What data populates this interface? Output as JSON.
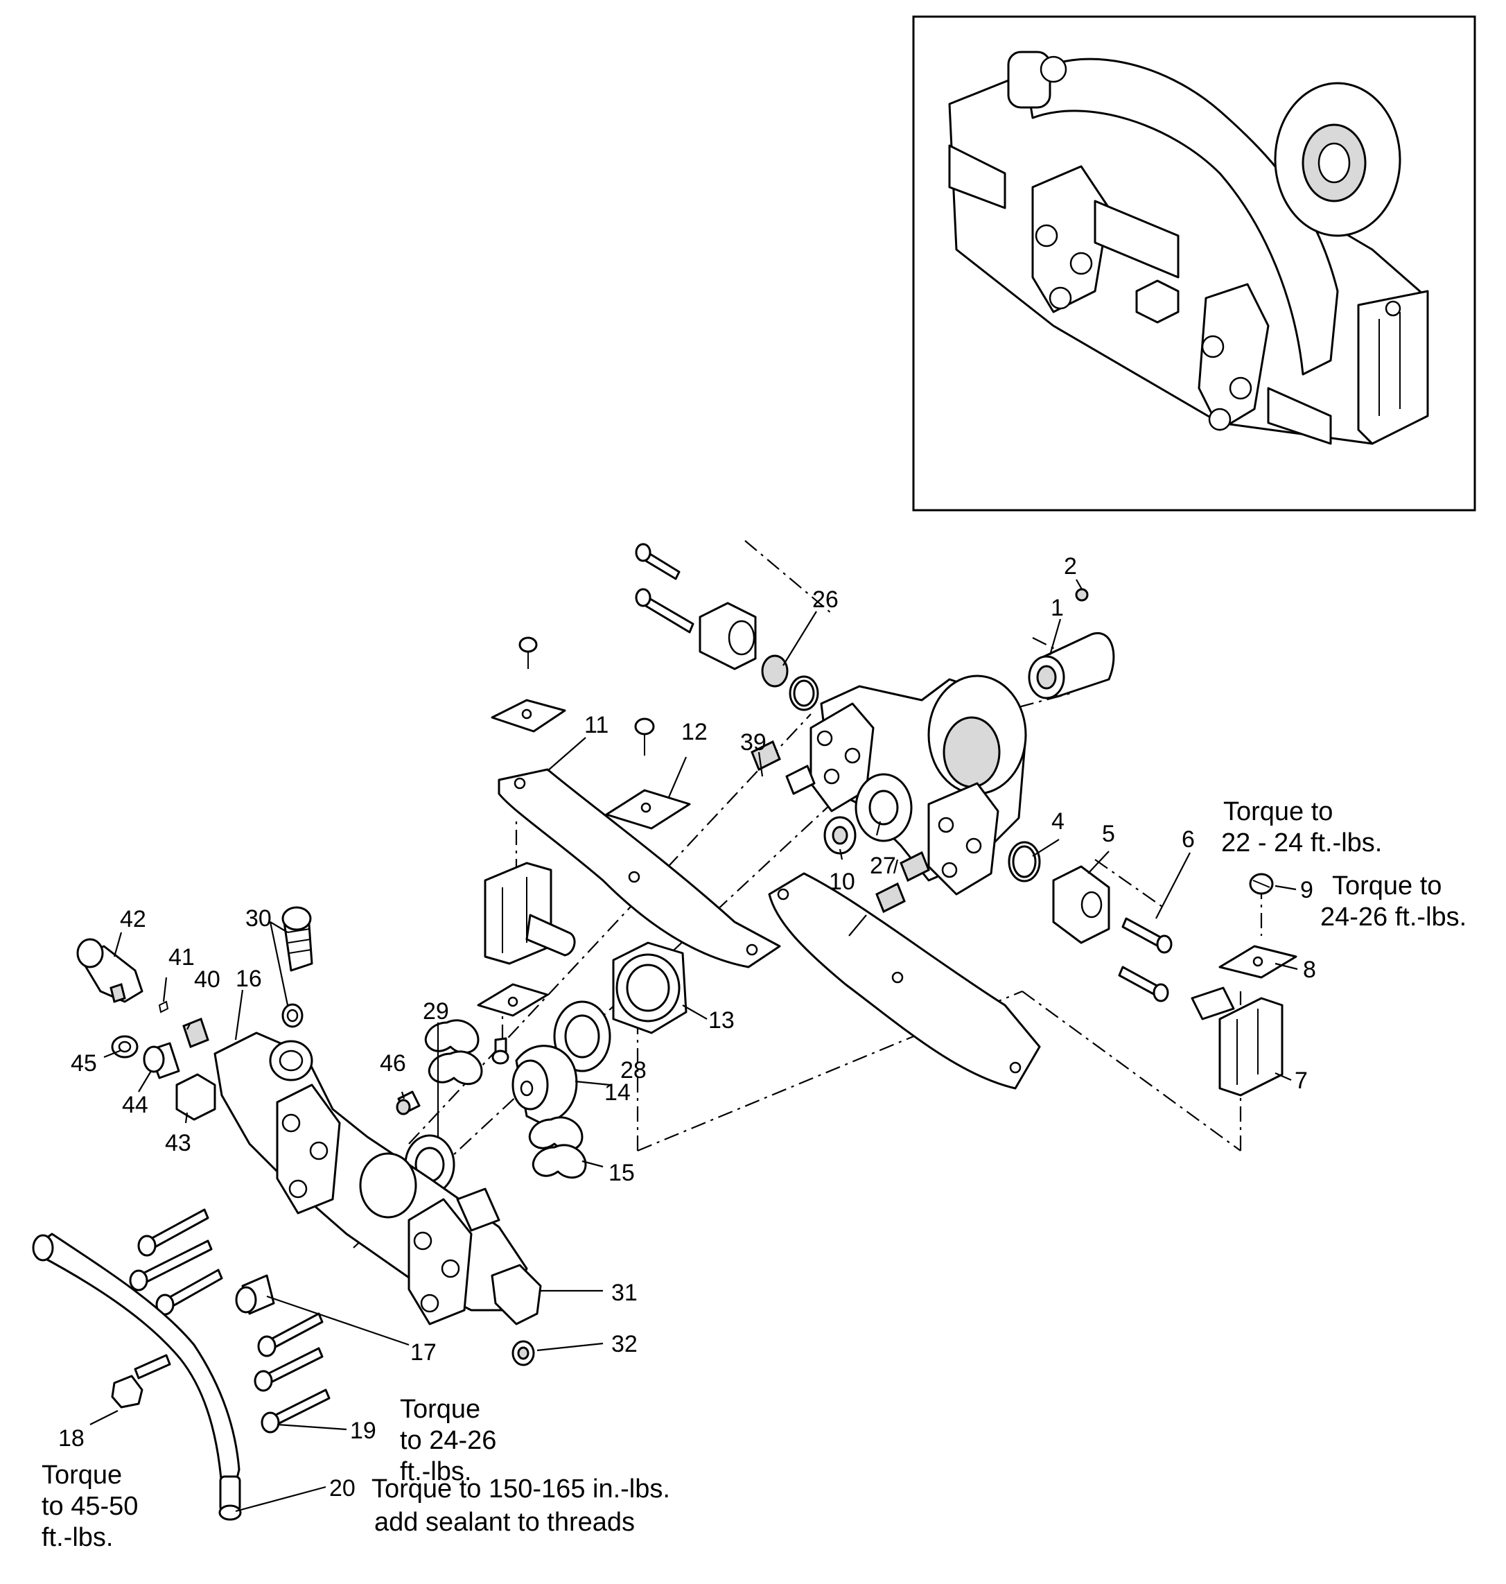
{
  "callouts": {
    "c1": "1",
    "c2": "2",
    "c4": "4",
    "c5": "5",
    "c6": "6",
    "c7": "7",
    "c8": "8",
    "c9": "9",
    "c10": "10",
    "c11": "11",
    "c12": "12",
    "c13": "13",
    "c14": "14",
    "c15": "15",
    "c16": "16",
    "c17": "17",
    "c18": "18",
    "c19": "19",
    "c20": "20",
    "c26": "26",
    "c27": "27",
    "c28": "28",
    "c29": "29",
    "c30": "30",
    "c31": "31",
    "c32": "32",
    "c39": "39",
    "c40": "40",
    "c41": "41",
    "c42": "42",
    "c43": "43",
    "c44": "44",
    "c45": "45",
    "c46": "46"
  },
  "notes": {
    "torque_6": [
      "Torque to",
      "22 - 24 ft.-lbs."
    ],
    "torque_9": [
      "Torque to",
      "24-26 ft.-lbs."
    ],
    "torque_19": [
      "Torque",
      "to 24-26",
      "ft.-lbs."
    ],
    "torque_18": [
      "Torque",
      "to 45-50",
      "ft.-lbs."
    ],
    "torque_20": [
      "Torque to 150-165 in.-lbs.",
      "add sealant to threads"
    ]
  }
}
